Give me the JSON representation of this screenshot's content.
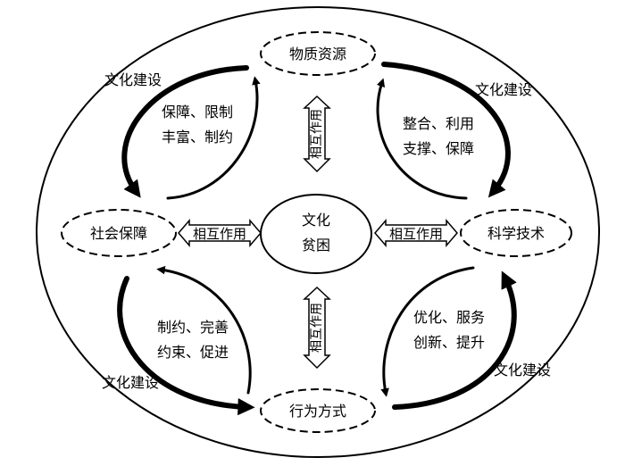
{
  "center": {
    "line1": "文化",
    "line2": "贫困"
  },
  "nodes": {
    "top": "物质资源",
    "bottom": "行为方式",
    "left": "社会保障",
    "right": "科学技术"
  },
  "interaction_label": "相互作用",
  "culture_label": "文化建设",
  "arcs": {
    "top_left": {
      "line1": "保障、限制",
      "line2": "丰富、制约"
    },
    "top_right": {
      "line1": "整合、利用",
      "line2": "支撑、保障"
    },
    "bottom_left": {
      "line1": "制约、完善",
      "line2": "约束、促进"
    },
    "bottom_right": {
      "line1": "优化、服务",
      "line2": "创新、提升"
    }
  }
}
